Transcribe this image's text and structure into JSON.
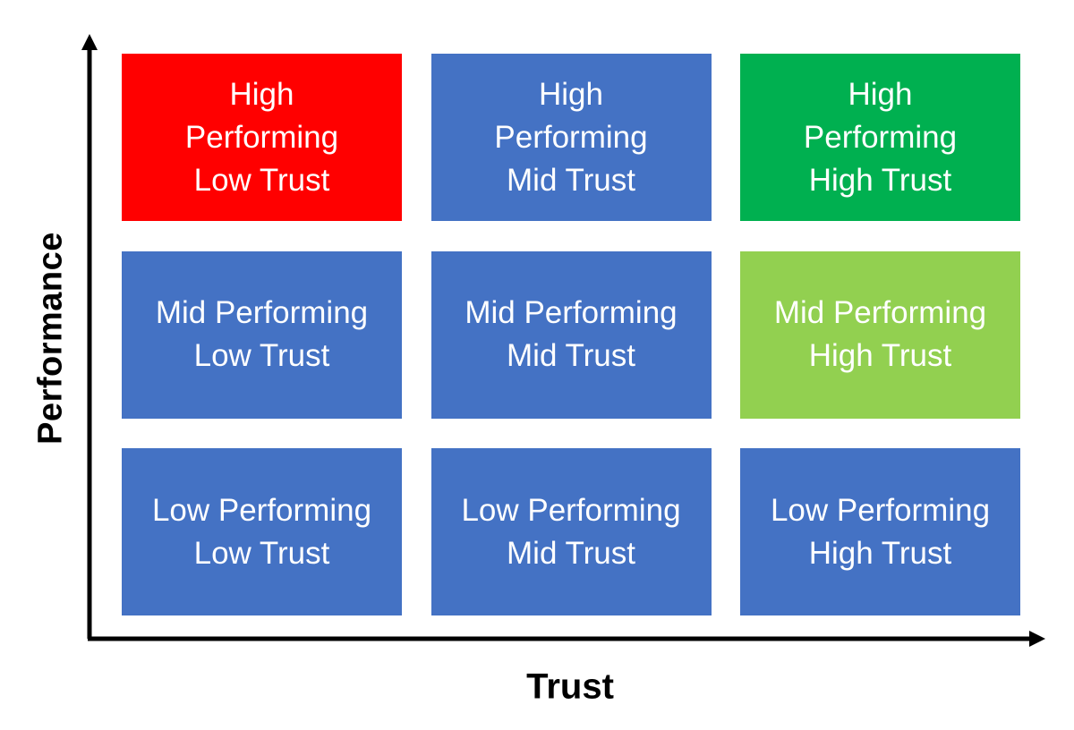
{
  "axes": {
    "y_label": "Performance",
    "x_label": "Trust"
  },
  "colors": {
    "red": "#ff0000",
    "blue": "#4472c4",
    "dark_green": "#00b050",
    "light_green": "#92d050",
    "axis": "#000000"
  },
  "cells": [
    {
      "text": "High\nPerforming\nLow Trust",
      "color": "#ff0000"
    },
    {
      "text": "High\nPerforming\nMid Trust",
      "color": "#4472c4"
    },
    {
      "text": "High\nPerforming\nHigh Trust",
      "color": "#00b050"
    },
    {
      "text": "Mid Performing\nLow Trust",
      "color": "#4472c4"
    },
    {
      "text": "Mid Performing\nMid Trust",
      "color": "#4472c4"
    },
    {
      "text": "Mid Performing\nHigh Trust",
      "color": "#92d050"
    },
    {
      "text": "Low Performing\nLow Trust",
      "color": "#4472c4"
    },
    {
      "text": "Low Performing\nMid Trust",
      "color": "#4472c4"
    },
    {
      "text": "Low Performing\nHigh Trust",
      "color": "#4472c4"
    }
  ]
}
